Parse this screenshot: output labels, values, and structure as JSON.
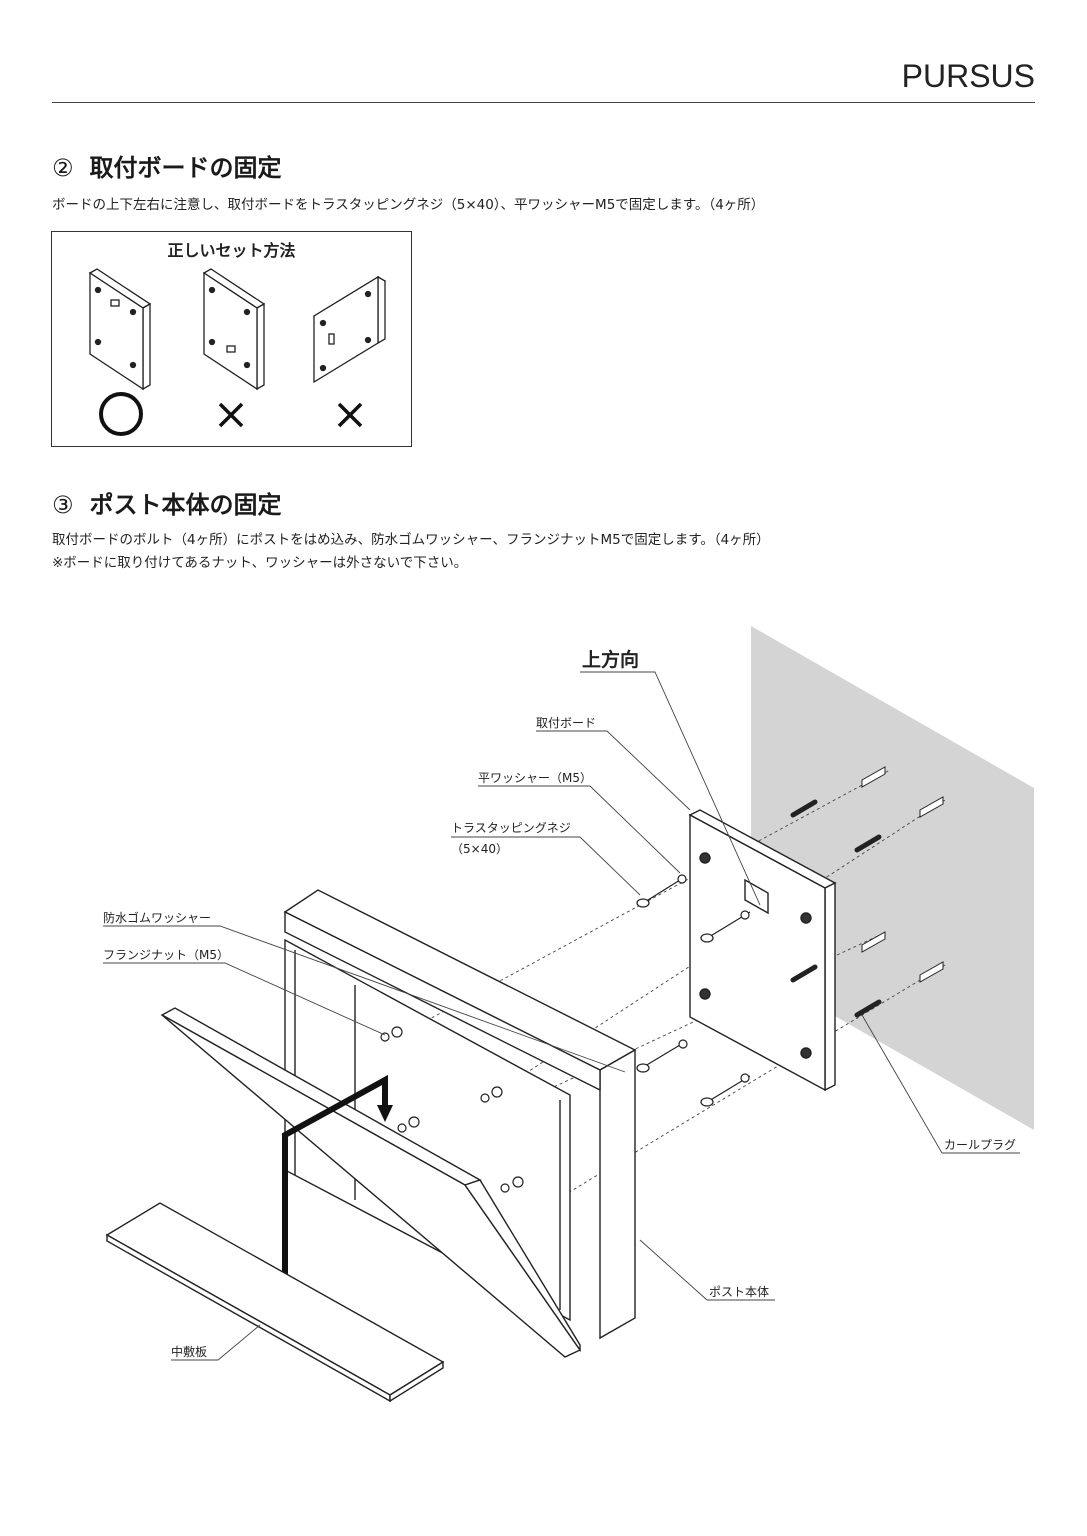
{
  "header": {
    "brand": "PURSUS"
  },
  "section2": {
    "number": "②",
    "title": "取付ボードの固定",
    "description": "ボードの上下左右に注意し、取付ボードをトラスタッピングネジ（5×40）、平ワッシャーM5で固定します。（4ヶ所）",
    "box_title": "正しいセット方法"
  },
  "section3": {
    "number": "③",
    "title": "ポスト本体の固定",
    "description_1": "取付ボードのボルト（4ヶ所）にポストをはめ込み、防水ゴムワッシャー、フランジナットM5で固定します。（4ヶ所）",
    "description_2": "※ボードに取り付けてあるナット、ワッシャーは外さないで下さい。"
  },
  "labels": {
    "up_direction": "上方向",
    "mounting_board": "取付ボード",
    "flat_washer": "平ワッシャー（M5）",
    "truss_screw_1": "トラスタッピングネジ",
    "truss_screw_2": "（5×40）",
    "rubber_washer": "防水ゴムワッシャー",
    "flange_nut": "フランジナット（M5）",
    "curl_plug": "カールプラグ",
    "post_body": "ポスト本体",
    "middle_board": "中敷板"
  }
}
